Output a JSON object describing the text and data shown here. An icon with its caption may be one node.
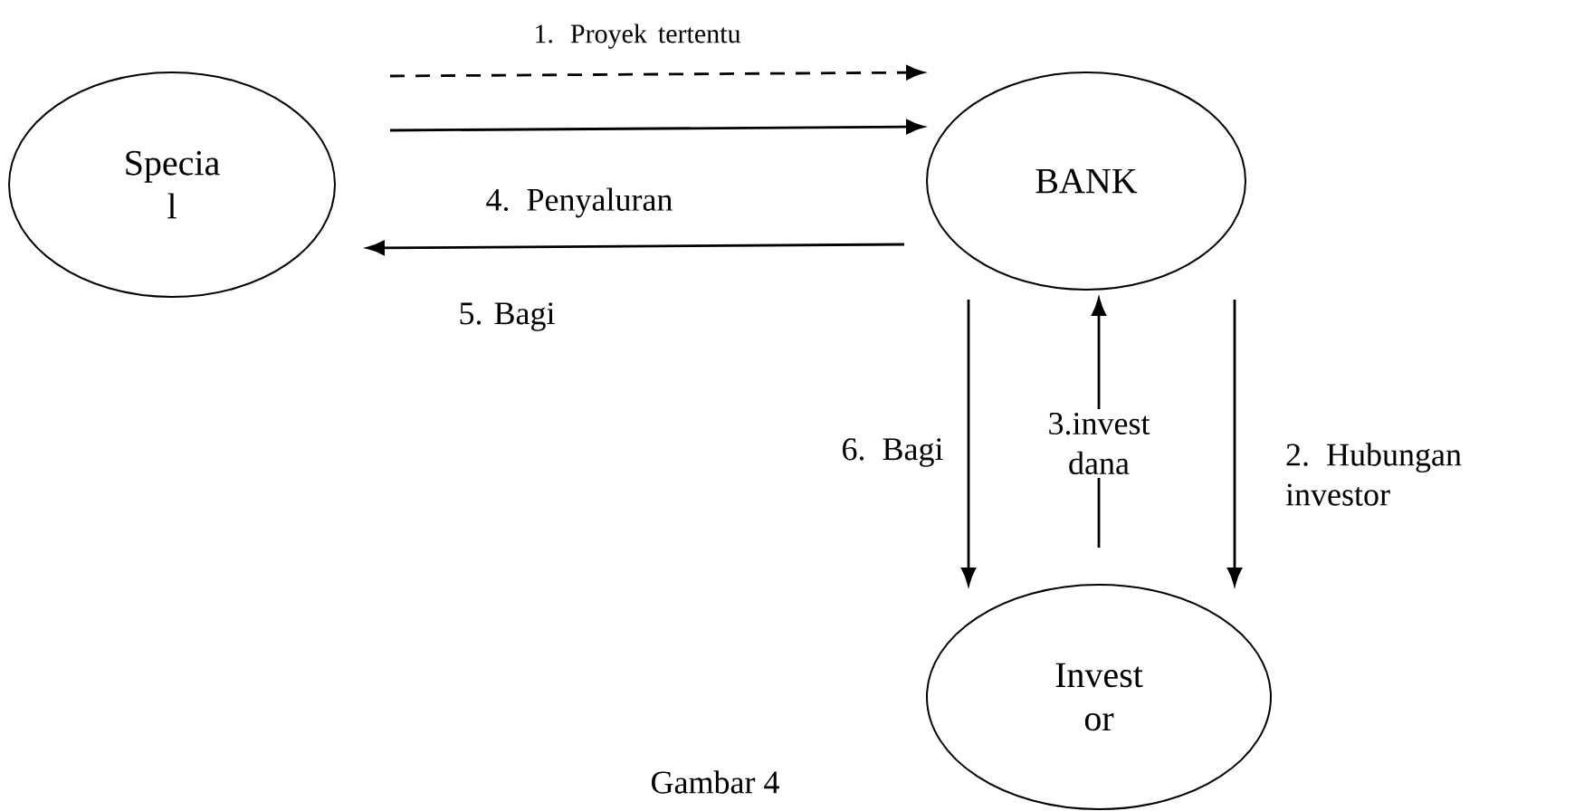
{
  "diagram": {
    "caption": "Gambar 4",
    "nodes": [
      {
        "text": [
          "Specia l"
        ]
      },
      {
        "text": [
          "BANK"
        ]
      },
      {
        "text": [
          "Invest or"
        ]
      }
    ],
    "edges": [
      {
        "from": 0,
        "to": 1,
        "arrow": "to",
        "style": "dashed",
        "label": "1. Proyek tertentu"
      },
      {
        "from": 0,
        "to": 1,
        "arrow": "to"
      },
      {
        "from": 1,
        "to": 0,
        "arrow": "to",
        "label": "4. Penyaluran"
      },
      {
        "from": 1,
        "to": 2,
        "arrow": "to",
        "label": "6. Bagi"
      },
      {
        "from": 1,
        "to": 2,
        "arrow": "to",
        "label": "2. Hubungan investor"
      },
      {
        "from": 2,
        "to": 1,
        "arrow": "to",
        "label": "3.invest dana"
      }
    ],
    "labels": [
      "5. Bagi"
    ]
  }
}
